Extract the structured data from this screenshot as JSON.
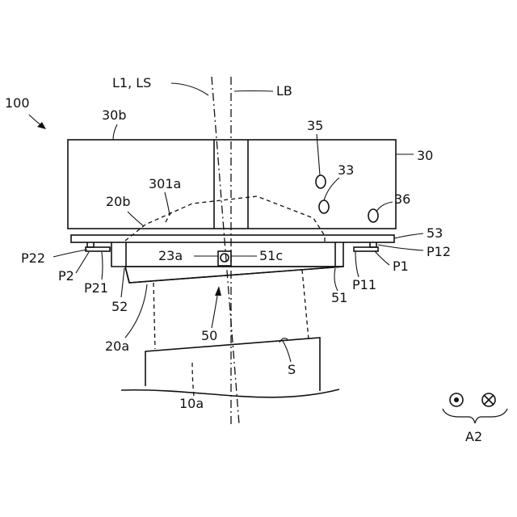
{
  "labels": {
    "device": "100",
    "l1_ls": "L1, LS",
    "lb": "LB",
    "housing_top": "30b",
    "housing": "30",
    "hole_35": "35",
    "hole_33": "33",
    "hole_36": "36",
    "recess": "301a",
    "cap_top": "20b",
    "p53": "53",
    "p12": "P12",
    "p1": "P1",
    "p22": "P22",
    "p2": "P2",
    "p21": "P21",
    "p11": "P11",
    "pivot": "23a",
    "pivot_ref": "51c",
    "plate": "51",
    "plate_left": "52",
    "cap_bottom": "20a",
    "tilt_arrow": "50",
    "surface": "S",
    "base": "10a",
    "direction": "A2"
  },
  "icons": {
    "dot_symbol": "out-of-page-icon",
    "cross_symbol": "into-page-icon"
  }
}
